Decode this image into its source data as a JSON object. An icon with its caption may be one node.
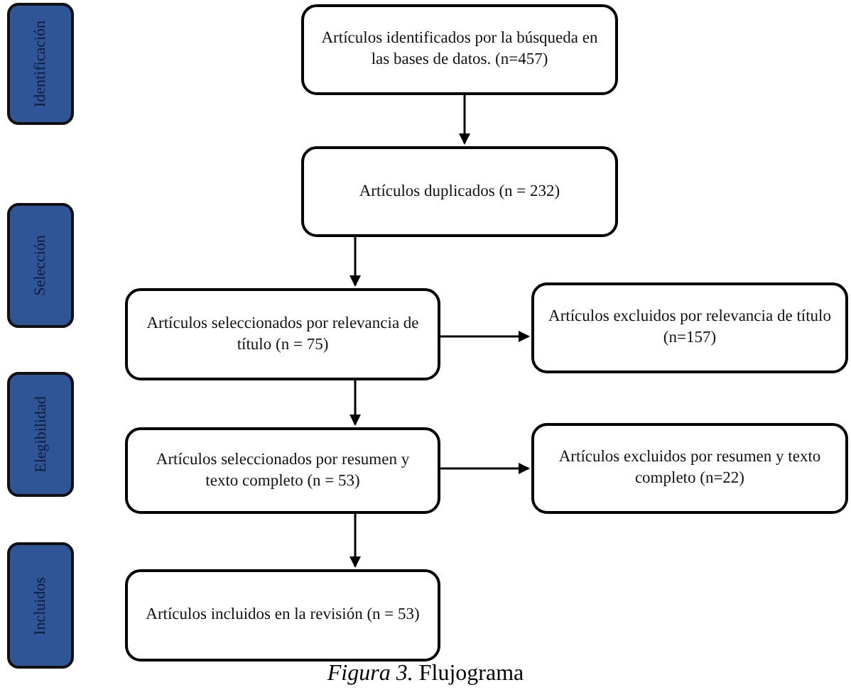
{
  "diagram": {
    "caption": "*Figura 3.* Flujograma",
    "nodes": [
      {
        "text": [
          "Identificación"
        ]
      },
      {
        "text": [
          "Selección"
        ]
      },
      {
        "text": [
          "Elegibilidad"
        ]
      },
      {
        "text": [
          "Incluidos"
        ]
      },
      {
        "text": [
          "Artículos identificados por la búsqueda en las bases de datos. (n=457)"
        ]
      },
      {
        "text": [
          "Artículos duplicados (n = 232)"
        ]
      },
      {
        "text": [
          "Artículos seleccionados por relevancia de título (n = 75)"
        ]
      },
      {
        "text": [
          "Artículos excluidos por relevancia de título (n=157)"
        ]
      },
      {
        "text": [
          "Artículos seleccionados por resumen y texto completo (n = 53)"
        ]
      },
      {
        "text": [
          "Artículos excluidos por resumen y texto completo (n=22)"
        ]
      },
      {
        "text": [
          "Artículos incluidos en la revisión (n = 53)"
        ]
      }
    ],
    "edges": [
      {
        "from": 4,
        "to": 5,
        "arrow": "to"
      },
      {
        "from": 5,
        "to": 6,
        "arrow": "to"
      },
      {
        "from": 6,
        "to": 7,
        "arrow": "to"
      },
      {
        "from": 6,
        "to": 8,
        "arrow": "to"
      },
      {
        "from": 8,
        "to": 9,
        "arrow": "to"
      },
      {
        "from": 8,
        "to": 10,
        "arrow": "to"
      }
    ]
  }
}
